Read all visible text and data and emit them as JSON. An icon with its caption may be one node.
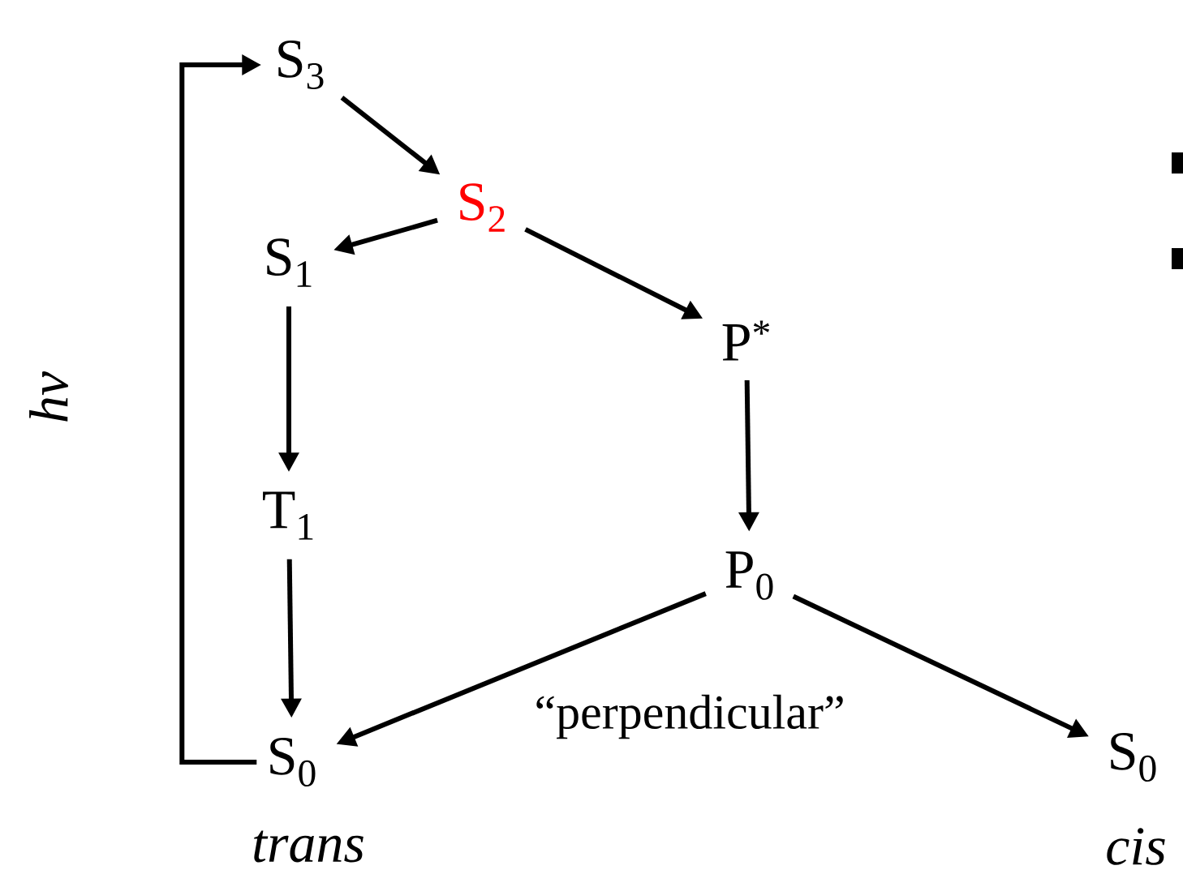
{
  "diagram": {
    "nodes": [
      {
        "text": [
          "S$_{3}$"
        ]
      },
      {
        "text": [
          "S$_{2}$"
        ]
      },
      {
        "text": [
          "S$_{1}$"
        ]
      },
      {
        "text": [
          "P$^{*}$"
        ]
      },
      {
        "text": [
          "T$_{1}$"
        ]
      },
      {
        "text": [
          "P$_{0}$"
        ]
      },
      {
        "text": [
          "S$_{0}$"
        ],
        "beside": [
          "trans"
        ]
      },
      {
        "text": [
          "S$_{0}$"
        ],
        "beside": [
          "cis"
        ]
      }
    ],
    "edges": [
      {
        "from": 0,
        "to": 1,
        "arrow": "to"
      },
      {
        "from": 1,
        "to": 2,
        "arrow": "to"
      },
      {
        "from": 1,
        "to": 3,
        "arrow": "to"
      },
      {
        "from": 2,
        "to": 4,
        "arrow": "to"
      },
      {
        "from": 3,
        "to": 5,
        "arrow": "to"
      },
      {
        "from": 4,
        "to": 6,
        "arrow": "to"
      },
      {
        "from": 5,
        "to": 6,
        "arrow": "to",
        "label": "“perpendicular”"
      },
      {
        "from": 5,
        "to": 7,
        "arrow": "to"
      },
      {
        "from": 6,
        "to": 0,
        "arrow": "to",
        "label": "hν"
      }
    ]
  }
}
